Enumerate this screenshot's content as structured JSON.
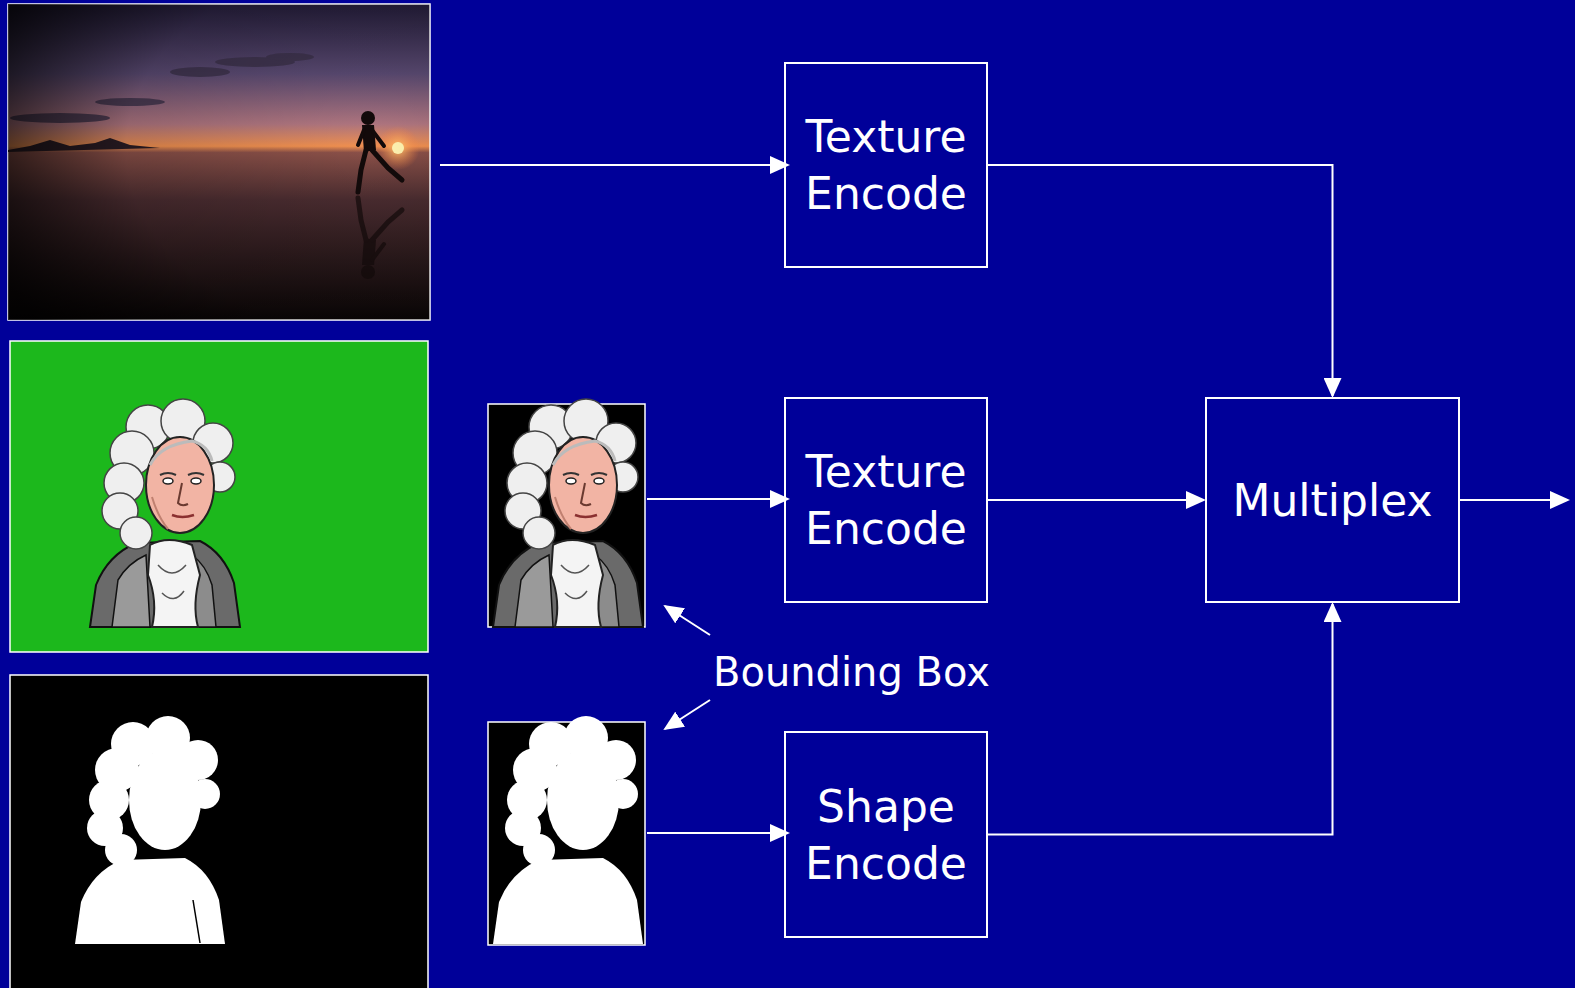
{
  "diagram": {
    "nodes": [
      {
        "text": [
          "Texture Encode"
        ]
      },
      {
        "text": [
          "Texture Encode"
        ]
      },
      {
        "text": [
          "Multiplex"
        ]
      },
      {
        "text": [
          "Shape Encode"
        ]
      }
    ],
    "edges": [
      {
        "from": 0,
        "to": 2,
        "arrow": "to"
      },
      {
        "from": 1,
        "to": 2,
        "arrow": "to"
      },
      {
        "from": 3,
        "to": 2,
        "arrow": "to"
      }
    ],
    "labels": [
      "Bounding Box"
    ]
  }
}
